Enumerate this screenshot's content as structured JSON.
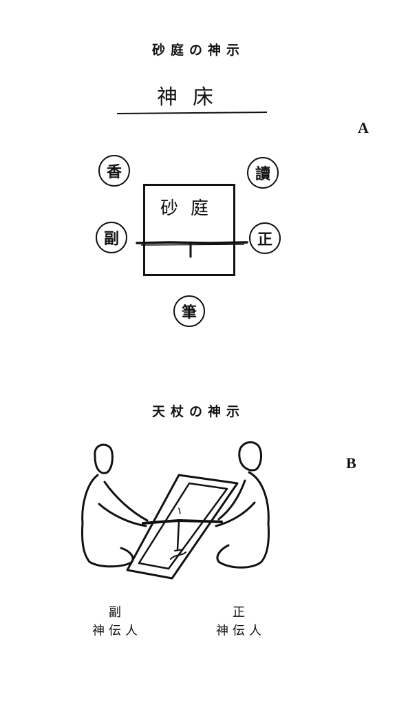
{
  "diagram_a": {
    "title": "砂庭の神示",
    "altar_label": "神床",
    "marker": "A",
    "sand_board_label": "砂庭",
    "seats": {
      "incense": "香",
      "reader": "讀",
      "deputy": "副",
      "chief": "正",
      "scribe": "筆"
    }
  },
  "diagram_b": {
    "title": "天杖の神示",
    "marker": "B",
    "captions": {
      "deputy": {
        "line1": "副",
        "line2": "神伝人"
      },
      "chief": {
        "line1": "正",
        "line2": "神伝人"
      }
    }
  }
}
